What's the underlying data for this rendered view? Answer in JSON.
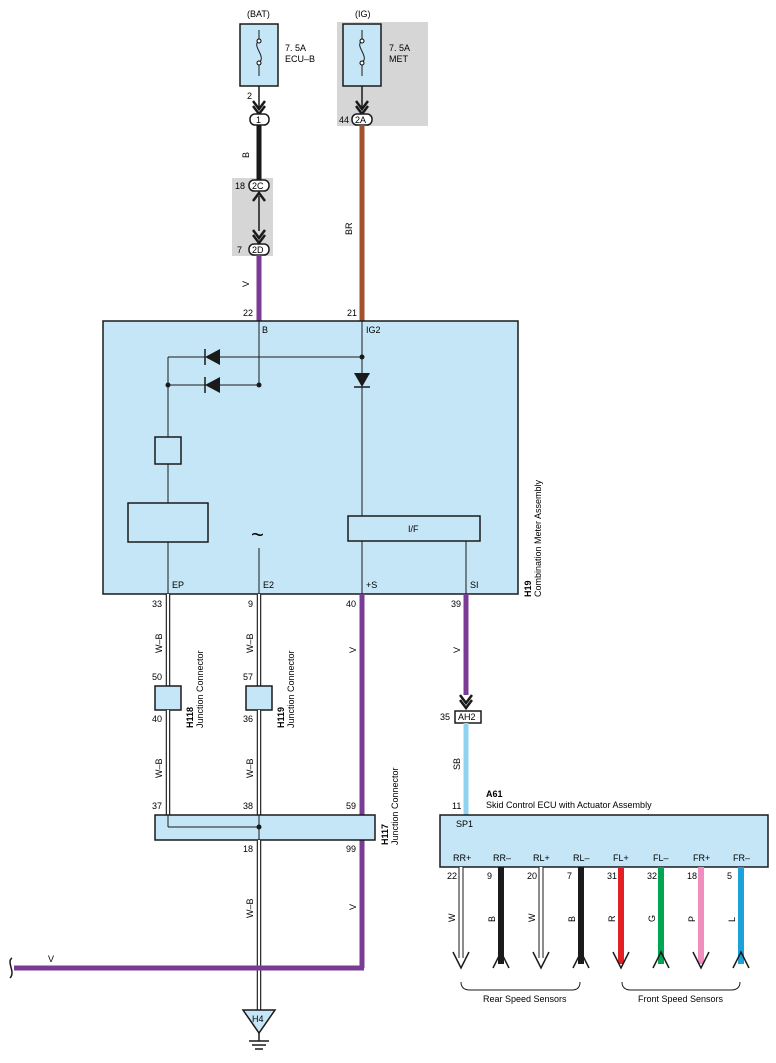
{
  "colors": {
    "violet": "#7a3b96",
    "brown": "#a0522d",
    "black": "#1a1a1a",
    "sky_blue": "#8fd3f0",
    "red": "#e31e24",
    "green": "#00a651",
    "pink": "#f28dbf",
    "blue": "#1da1db",
    "white": "#ffffff",
    "box_fill": "#c5e6f7",
    "shade": "#d6d6d6"
  },
  "fuses": {
    "bat": {
      "source": "(BAT)",
      "rating": "7. 5A",
      "name": "ECU–B",
      "pin": "2",
      "connector": "1"
    },
    "ig": {
      "source": "(IG)",
      "rating": "7. 5A",
      "name": "MET",
      "pin": "44",
      "connector": "2A"
    }
  },
  "junction_2c2d": {
    "top_pin": "18",
    "top_conn": "2C",
    "bottom_pin": "7",
    "bottom_conn": "2D"
  },
  "wires": {
    "bat_upper": "B",
    "bat_lower": "V",
    "ig": "BR",
    "plus_s": "V",
    "si": "V",
    "sb": "SB",
    "ep_upper": "W–B",
    "e2_upper": "W–B",
    "ep_lower": "W–B",
    "e2_lower": "W–B",
    "ground": "W–B",
    "v_out": "V",
    "v_left": "V"
  },
  "meter": {
    "id": "H19",
    "name": "Combination Meter Assembly",
    "pins": [
      {
        "pin": "22",
        "term": "B"
      },
      {
        "pin": "21",
        "term": "IG2"
      },
      {
        "pin": "33",
        "term": "EP"
      },
      {
        "pin": "9",
        "term": "E2"
      },
      {
        "pin": "40",
        "term": "+S"
      },
      {
        "pin": "39",
        "term": "SI"
      }
    ],
    "if_label": "I/F",
    "tilde": "~"
  },
  "h118": {
    "id": "H118",
    "name": "Junction Connector",
    "top_pin": "50",
    "bottom_pin": "40"
  },
  "h119": {
    "id": "H119",
    "name": "Junction Connector",
    "top_pin": "57",
    "bottom_pin": "36"
  },
  "h117": {
    "id": "H117",
    "name": "Junction Connector",
    "pins_top": [
      "37",
      "38",
      "59"
    ],
    "pins_bottom": [
      "18",
      "99"
    ]
  },
  "ah2": {
    "pin": "35",
    "conn": "AH2"
  },
  "ecu": {
    "id": "A61",
    "name": "Skid Control ECU with Actuator Assembly",
    "input_pin": "11",
    "input_term": "SP1",
    "terminals": [
      {
        "term": "RR+",
        "pin": "22",
        "wire": "W",
        "color": "#ffffff",
        "dir": "down"
      },
      {
        "term": "RR–",
        "pin": "9",
        "wire": "B",
        "color": "#1a1a1a",
        "dir": "up"
      },
      {
        "term": "RL+",
        "pin": "20",
        "wire": "W",
        "color": "#ffffff",
        "dir": "down"
      },
      {
        "term": "RL–",
        "pin": "7",
        "wire": "B",
        "color": "#1a1a1a",
        "dir": "up"
      },
      {
        "term": "FL+",
        "pin": "31",
        "wire": "R",
        "color": "#e31e24",
        "dir": "down"
      },
      {
        "term": "FL–",
        "pin": "32",
        "wire": "G",
        "color": "#00a651",
        "dir": "up"
      },
      {
        "term": "FR+",
        "pin": "18",
        "wire": "P",
        "color": "#f28dbf",
        "dir": "down"
      },
      {
        "term": "FR–",
        "pin": "5",
        "wire": "L",
        "color": "#1da1db",
        "dir": "up"
      }
    ]
  },
  "sensors": {
    "rear": "Rear Speed Sensors",
    "front": "Front Speed Sensors"
  },
  "ground": {
    "id": "H4"
  }
}
